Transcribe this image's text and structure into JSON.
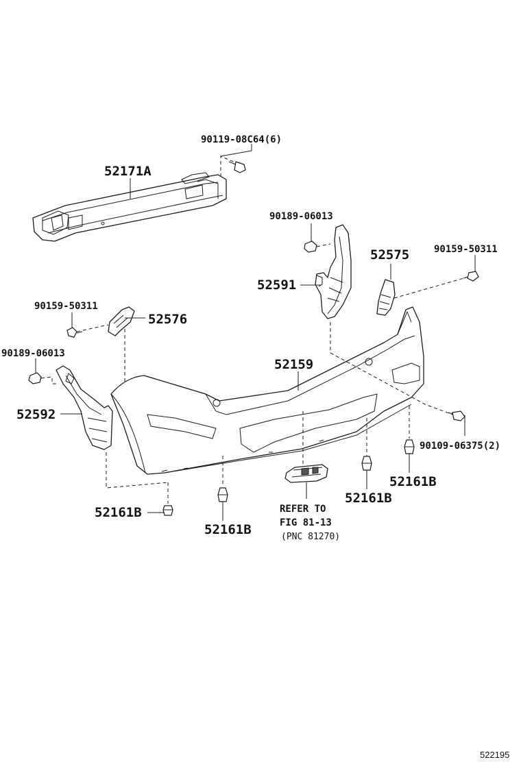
{
  "diagram": {
    "parts": {
      "reinforcement": "52171A",
      "bolt_reinforcement": "90119-08C64(6)",
      "nut_right": "90189-06013",
      "retainer_right_bracket": "52575",
      "screw_right": "90159-50311",
      "bracket_right": "52591",
      "screw_left": "90159-50311",
      "retainer_left": "52576",
      "nut_left": "90189-06013",
      "bumper_cover": "52159",
      "bracket_left": "52592",
      "bolt_side": "90109-06375(2)",
      "clip_a": "52161B",
      "clip_b": "52161B",
      "clip_c": "52161B",
      "clip_d": "52161B"
    },
    "reference": {
      "line1": "REFER TO",
      "line2": "FIG 81-13",
      "line3": "(PNC 81270)"
    },
    "figure_id": "522195"
  }
}
